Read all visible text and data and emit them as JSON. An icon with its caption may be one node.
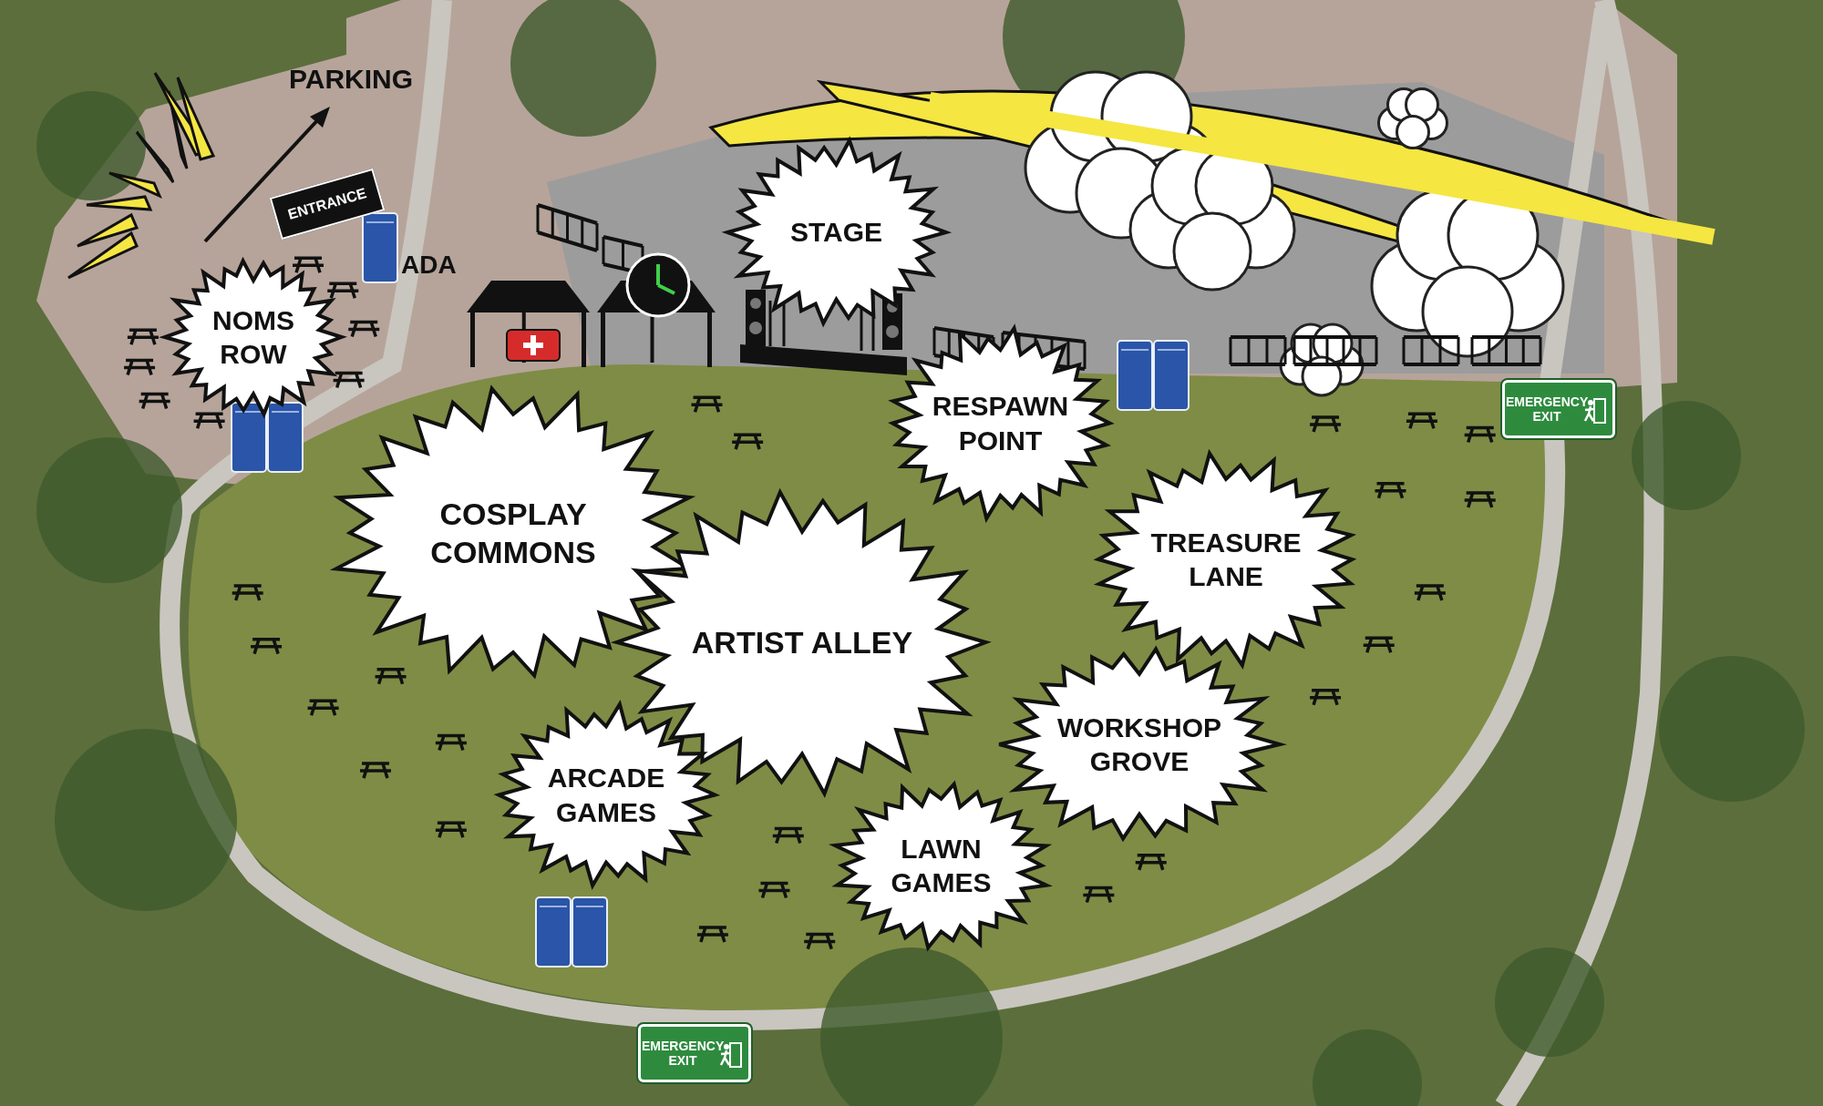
{
  "diagram": {
    "nodes": [
      {
        "text": [
          "ENTRANCE"
        ]
      },
      {
        "text": [
          "NOMS ROW"
        ]
      },
      {
        "text": [
          "STAGE"
        ]
      },
      {
        "text": [
          "RESPAWN POINT"
        ]
      },
      {
        "text": [
          "EMERGENCY EXIT"
        ]
      },
      {
        "text": [
          "COSPLAY COMMONS"
        ]
      },
      {
        "text": [
          "TREASURE LANE"
        ]
      },
      {
        "text": [
          "ARTIST ALLEY"
        ]
      },
      {
        "text": [
          "WORKSHOP GROVE"
        ]
      },
      {
        "text": [
          "ARCADE GAMES"
        ]
      },
      {
        "text": [
          "LAWN GAMES"
        ]
      },
      {
        "text": [
          "EMERGENCY EXIT"
        ]
      }
    ],
    "labels": [
      "PARKING",
      "ADA"
    ]
  }
}
